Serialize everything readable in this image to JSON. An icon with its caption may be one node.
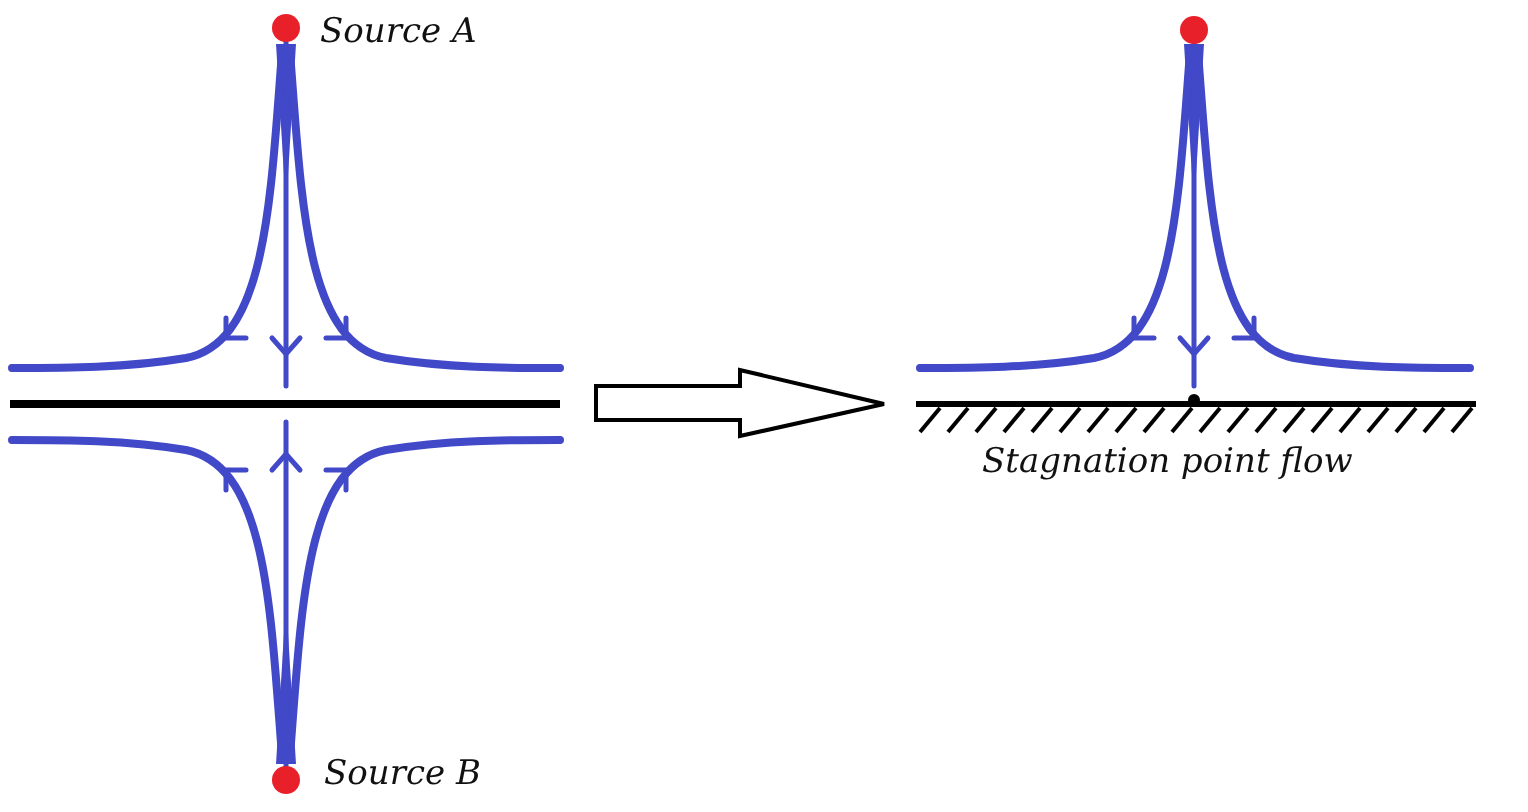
{
  "diagram": {
    "labels": [
      "Source A",
      "Source B",
      "Stagnation point flow"
    ]
  }
}
